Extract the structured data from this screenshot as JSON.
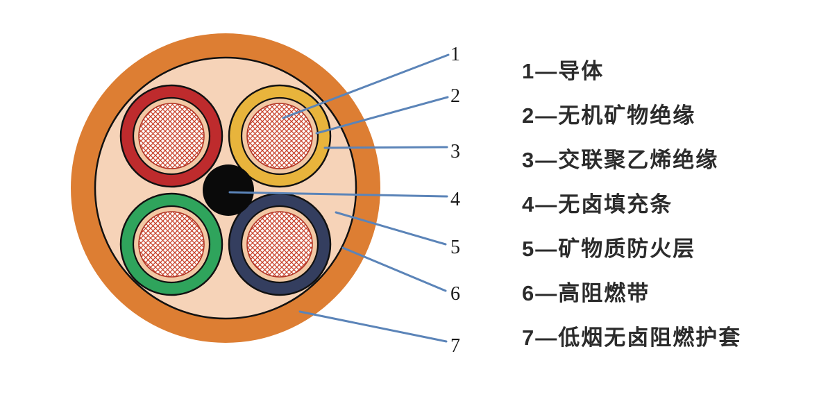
{
  "figure": {
    "type": "cable-cross-section-diagram",
    "callouts": [
      {
        "num": "1"
      },
      {
        "num": "2"
      },
      {
        "num": "3"
      },
      {
        "num": "4"
      },
      {
        "num": "5"
      },
      {
        "num": "6"
      },
      {
        "num": "7"
      }
    ],
    "legend": {
      "items": [
        {
          "num": "1",
          "label": "导体",
          "text": "1—导体"
        },
        {
          "num": "2",
          "label": "无机矿物绝缘",
          "text": "2—无机矿物绝缘"
        },
        {
          "num": "3",
          "label": "交联聚乙烯绝缘",
          "text": "3—交联聚乙烯绝缘"
        },
        {
          "num": "4",
          "label": "无卤填充条",
          "text": "4—无卤填充条"
        },
        {
          "num": "5",
          "label": "矿物质防火层",
          "text": "5—矿物质防火层"
        },
        {
          "num": "6",
          "label": "高阻燃带",
          "text": "6—高阻燃带"
        },
        {
          "num": "7",
          "label": "低烟无卤阻燃护套",
          "text": "7—低烟无卤阻燃护套"
        }
      ]
    },
    "colors": {
      "sheath_orange": "#DD7E33",
      "fireproof_peach": "#F6D3B8",
      "mineral_peach": "#F2C8A4",
      "phase_red": "#BE2B2D",
      "phase_yellow": "#E8B43C",
      "phase_green": "#2FA45C",
      "phase_blue": "#343E5F",
      "filler_black": "#0A0A0A",
      "leader_blue": "#5B84B8",
      "hatch_red": "#C8432C"
    }
  }
}
